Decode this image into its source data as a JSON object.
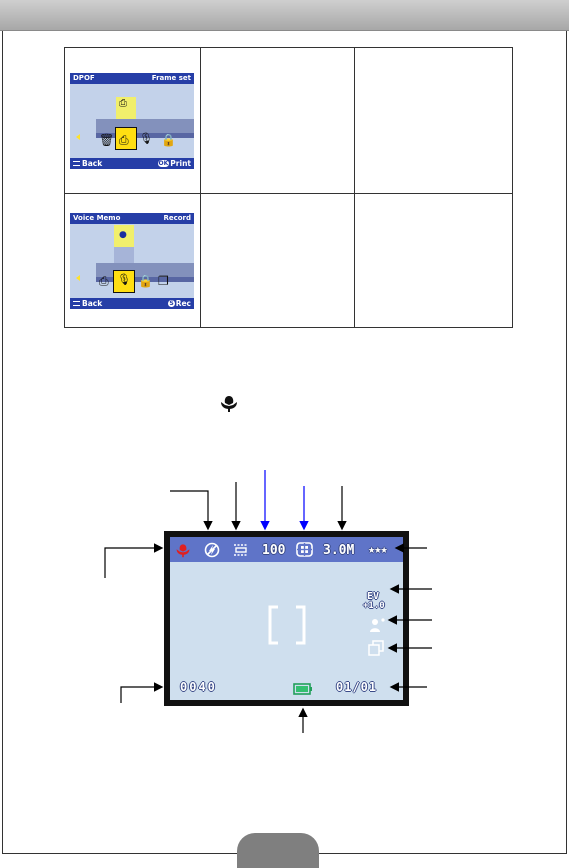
{
  "dpof_screen": {
    "title": "DPOF",
    "mode": "Frame set",
    "back_label": "Back",
    "ok_badge": "OK",
    "action_label": "Print"
  },
  "voice_memo_screen": {
    "title": "Voice Memo",
    "mode": "Record",
    "back_label": "Back",
    "s_badge": "S",
    "action_label": "Rec"
  },
  "record_screen": {
    "iso": "100",
    "resolution": "3.0M",
    "ev_label": "EV",
    "ev_value": "+1.0",
    "remaining_shots": "0040",
    "frame_counter": "01/01"
  },
  "icons": [
    "macro-icon",
    "flash-off-icon",
    "white-balance-icon",
    "metering-icon",
    "quality-stars-icon",
    "portrait-icon",
    "continuous-shot-icon",
    "battery-icon",
    "focus-brackets-icon",
    "trash-icon",
    "print-icon",
    "microphone-icon",
    "protect-icon"
  ],
  "colors": {
    "header": "#b3b3b3",
    "lcd_bar": "#263ea7",
    "lcd_selection": "#ffde12",
    "arrow_blue": "#0000ff",
    "arrow_black": "#000000",
    "osd_bar": "#5f74c8",
    "macro_red": "#e02020"
  }
}
